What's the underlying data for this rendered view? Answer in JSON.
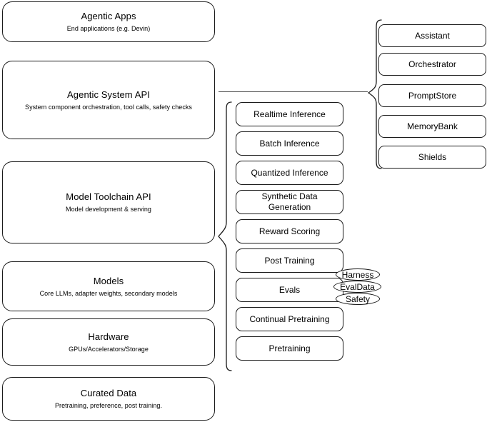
{
  "diagram": {
    "title": "AI stack layers diagram",
    "stroke_color": "#1a1a1a",
    "connector_color": "#4d4d4d",
    "background_color": "#ffffff"
  },
  "layers": [
    {
      "name": "agentic-apps",
      "title": "Agentic Apps",
      "subtitle": "End applications (e.g. Devin)"
    },
    {
      "name": "agentic-system-api",
      "title": "Agentic System API",
      "subtitle": "System component orchestration, tool calls, safety checks"
    },
    {
      "name": "model-toolchain-api",
      "title": "Model Toolchain API",
      "subtitle": "Model development & serving"
    },
    {
      "name": "models",
      "title": "Models",
      "subtitle": "Core LLMs, adapter weights, secondary models"
    },
    {
      "name": "hardware",
      "title": "Hardware",
      "subtitle": "GPUs/Accelerators/Storage"
    },
    {
      "name": "curated-data",
      "title": "Curated Data",
      "subtitle": "Pretraining, preference, post training."
    }
  ],
  "toolchain_capabilities": [
    {
      "name": "realtime-inference",
      "label": "Realtime Inference"
    },
    {
      "name": "batch-inference",
      "label": "Batch Inference"
    },
    {
      "name": "quantized-inference",
      "label": "Quantized Inference"
    },
    {
      "name": "synthetic-data-generation",
      "label": "Synthetic Data Generation"
    },
    {
      "name": "reward-scoring",
      "label": "Reward Scoring"
    },
    {
      "name": "post-training",
      "label": "Post Training"
    },
    {
      "name": "evals",
      "label": "Evals"
    },
    {
      "name": "continual-pretraining",
      "label": "Continual Pretraining"
    },
    {
      "name": "pretraining",
      "label": "Pretraining"
    }
  ],
  "evals_subcomponents": [
    {
      "name": "harness",
      "label": "Harness"
    },
    {
      "name": "evaldata",
      "label": "EvalData"
    },
    {
      "name": "safety",
      "label": "Safety"
    }
  ],
  "system_components": [
    {
      "name": "assistant",
      "label": "Assistant"
    },
    {
      "name": "orchestrator",
      "label": "Orchestrator"
    },
    {
      "name": "promptstore",
      "label": "PromptStore"
    },
    {
      "name": "memorybank",
      "label": "MemoryBank"
    },
    {
      "name": "shields",
      "label": "Shields"
    }
  ]
}
